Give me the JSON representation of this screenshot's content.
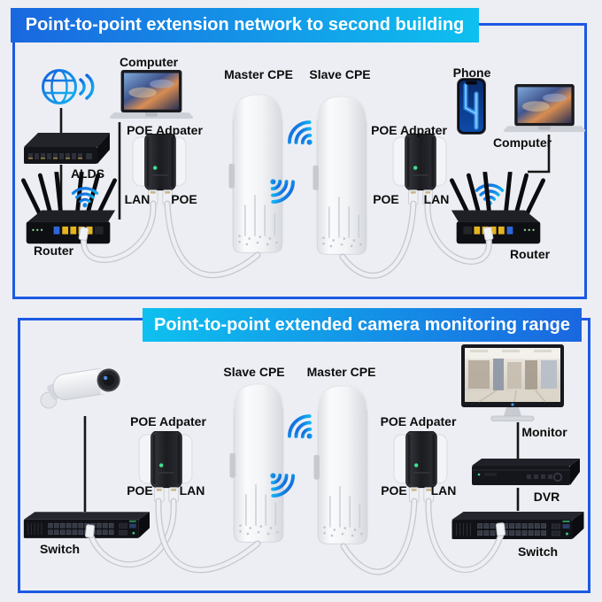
{
  "colors": {
    "background": "#ECEEF3",
    "panel_border": "#1C59E3",
    "banner_blue": "#1A67DF",
    "banner_cyan": "#0EC0EF",
    "signal_blue_dark": "#1463DC",
    "signal_blue_light": "#12B2F2",
    "led_green": "#3FE08F",
    "cable_white": "#EEEFF2",
    "line_black": "#161616"
  },
  "icons": {
    "globe-signal-icon": "globe with wireless waves",
    "wifi-icon": "wifi signal fan",
    "laptop-icon": "laptop computer",
    "modem-icon": "black modem box",
    "router-icon": "wireless router with antennas",
    "cpe-icon": "white outdoor CPE unit",
    "poe-adapter-icon": "wall POE adapter with two ethernet ports",
    "phone-icon": "smartphone",
    "camera-icon": "bullet security camera",
    "switch-icon": "rack network switch",
    "monitor-icon": "desktop monitor",
    "dvr-icon": "digital video recorder"
  },
  "top_panel": {
    "banner": "Point-to-point extension network to second building",
    "labels": {
      "computer_left": "Computer",
      "poe_adapter_left": "POE Adpater",
      "alds": "ALDS",
      "lan_left": "LAN",
      "poe_left": "POE",
      "router_left": "Router",
      "master_cpe": "Master CPE",
      "slave_cpe": "Slave CPE",
      "poe_adapter_right": "POE Adpater",
      "poe_right": "POE",
      "lan_right": "LAN",
      "phone": "Phone",
      "computer_right": "Computer",
      "router_right": "Router"
    }
  },
  "bottom_panel": {
    "banner": "Point-to-point extended camera monitoring range",
    "labels": {
      "slave_cpe": "Slave CPE",
      "master_cpe": "Master CPE",
      "poe_adapter_left": "POE Adpater",
      "poe_left": "POE",
      "lan_left": "LAN",
      "switch_left": "Switch",
      "poe_adapter_right": "POE Adpater",
      "poe_right": "POE",
      "lan_right": "LAN",
      "monitor": "Monitor",
      "dvr": "DVR",
      "switch_right": "Switch"
    }
  }
}
